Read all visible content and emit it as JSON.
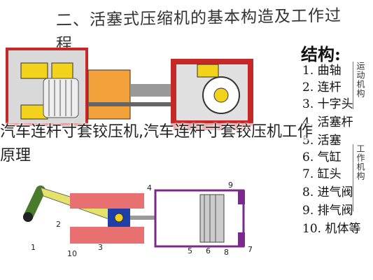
{
  "title": "二、活塞式压缩机的基本构造及工作过程",
  "structure_title": "结构:",
  "parts": [
    "1. 曲轴",
    "2. 连杆",
    "3. 十字头",
    "4. 活塞杆",
    "5. 活塞",
    "6. 气缸",
    "7. 缸头",
    "8. 进气阀",
    "9. 排气阀",
    "10. 机体等"
  ],
  "group_labels": {
    "drive": "运动机构",
    "work": "工作机构"
  },
  "overlay_text_line1": "汽车连杆寸套铰压机,汽车连杆寸套铰压机工作",
  "overlay_text_line2": "原理",
  "diagram_numbers": [
    "1",
    "2",
    "3",
    "4",
    "5",
    "6",
    "7",
    "8",
    "9",
    "10"
  ]
}
